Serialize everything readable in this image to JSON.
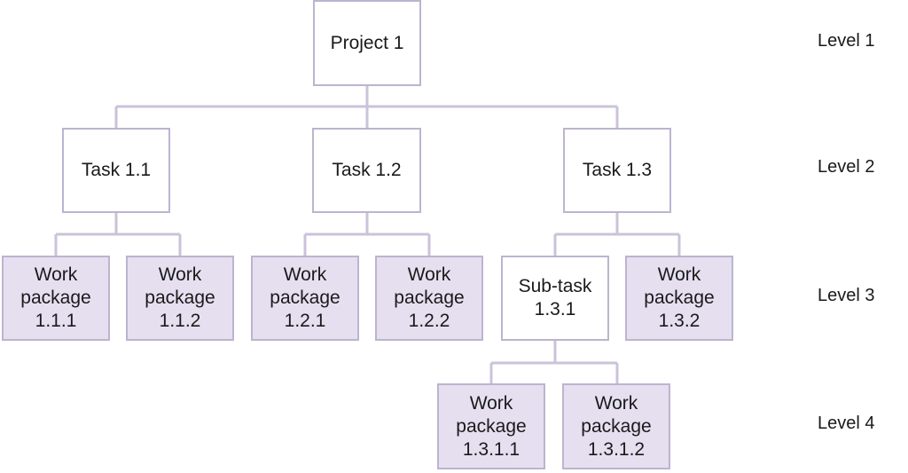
{
  "levels": [
    "Level 1",
    "Level 2",
    "Level 3",
    "Level 4"
  ],
  "nodes": {
    "project_1": "Project 1",
    "task_1_1": "Task 1.1",
    "task_1_2": "Task 1.2",
    "task_1_3": "Task 1.3",
    "wp_1_1_1": "Work\npackage\n1.1.1",
    "wp_1_1_2": "Work\npackage\n1.1.2",
    "wp_1_2_1": "Work\npackage\n1.2.1",
    "wp_1_2_2": "Work\npackage\n1.2.2",
    "subtask_1_3_1": "Sub-task\n1.3.1",
    "wp_1_3_2": "Work\npackage\n1.3.2",
    "wp_1_3_1_1": "Work\npackage\n1.3.1.1",
    "wp_1_3_1_2": "Work\npackage\n1.3.1.2"
  },
  "colors": {
    "box_border": "#bdb4cf",
    "work_package_fill": "#e5dff0",
    "connector": "#cbc3d9"
  }
}
